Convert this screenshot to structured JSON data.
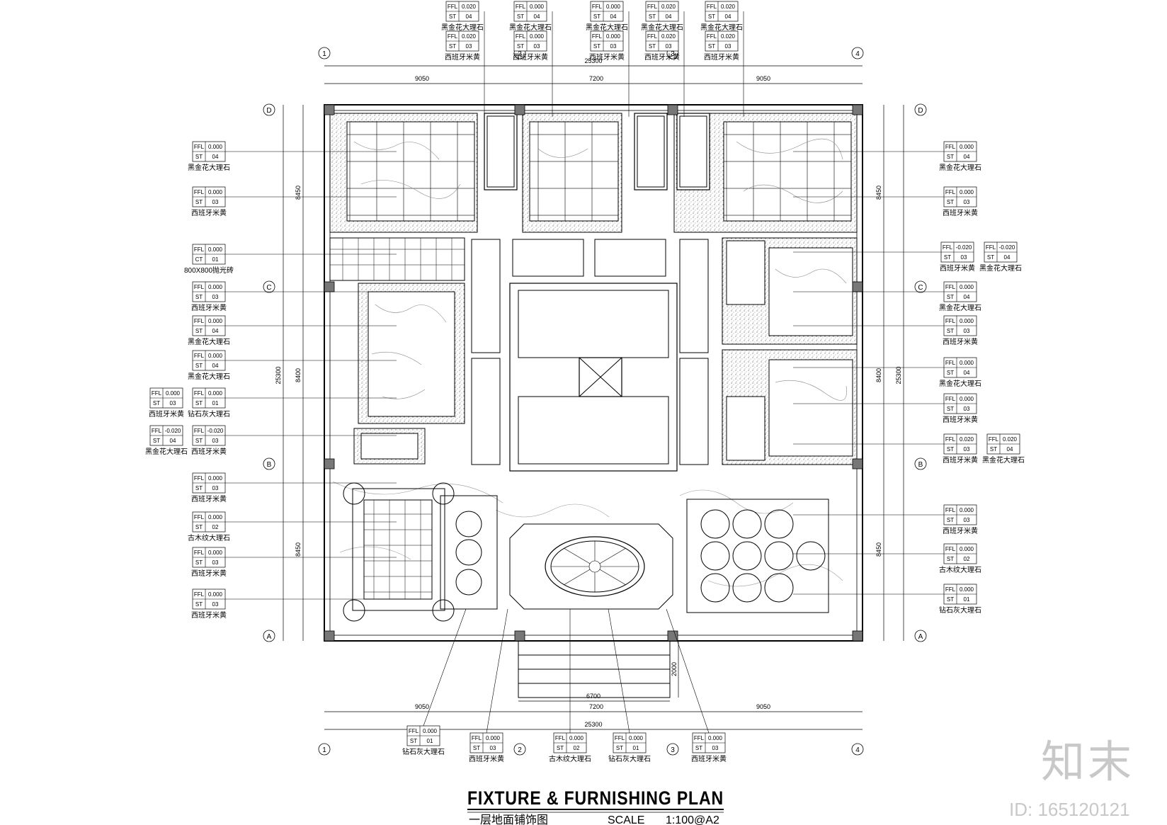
{
  "title": {
    "main": "FIXTURE & FURNISHING PLAN",
    "sub": "一层地面铺饰图",
    "scale_label": "SCALE",
    "scale_value": "1:100@A2"
  },
  "watermark": {
    "logo": "知末",
    "id": "ID: 165120121"
  },
  "grid": {
    "columns": [
      "1",
      "2",
      "3",
      "4"
    ],
    "rows": [
      "A",
      "B",
      "C",
      "D"
    ]
  },
  "dimensions": {
    "top_segments": [
      "9050",
      "7200",
      "9050"
    ],
    "top_total": "25300",
    "bottom_segments": [
      "9050",
      "7200",
      "9050"
    ],
    "bottom_total": "25300",
    "left_segments": [
      "8450",
      "8400",
      "8450"
    ],
    "left_total": "25300",
    "right_segments": [
      "8450",
      "8400",
      "8450"
    ],
    "right_total": "25300",
    "entrance_width": "6700",
    "entrance_depth": "2000"
  },
  "tags": {
    "top": [
      {
        "ffl": "0.020",
        "code": "ST",
        "num": "04",
        "label": "黑金花大理石"
      },
      {
        "ffl": "0.020",
        "code": "ST",
        "num": "03",
        "label": "西班牙米黄"
      },
      {
        "ffl": "0.000",
        "code": "ST",
        "num": "04",
        "label": "黑金花大理石"
      },
      {
        "ffl": "0.000",
        "code": "ST",
        "num": "03",
        "label": "西班牙米黄"
      },
      {
        "ffl": "0.000",
        "code": "ST",
        "num": "04",
        "label": "黑金花大理石"
      },
      {
        "ffl": "0.000",
        "code": "ST",
        "num": "03",
        "label": "西班牙米黄"
      },
      {
        "ffl": "0.020",
        "code": "ST",
        "num": "04",
        "label": "黑金花大理石"
      },
      {
        "ffl": "0.020",
        "code": "ST",
        "num": "03",
        "label": "西班牙米黄"
      },
      {
        "ffl": "0.020",
        "code": "ST",
        "num": "04",
        "label": "黑金花大理石"
      },
      {
        "ffl": "0.020",
        "code": "ST",
        "num": "03",
        "label": "西班牙米黄"
      }
    ],
    "left": [
      {
        "ffl": "0.000",
        "code": "ST",
        "num": "04",
        "label": "黑金花大理石"
      },
      {
        "ffl": "0.000",
        "code": "ST",
        "num": "03",
        "label": "西班牙米黄"
      },
      {
        "ffl": "0.000",
        "code": "CT",
        "num": "01",
        "label": "800X800抛光砖"
      },
      {
        "ffl": "0.000",
        "code": "ST",
        "num": "03",
        "label": "西班牙米黄"
      },
      {
        "ffl": "0.000",
        "code": "ST",
        "num": "04",
        "label": "黑金花大理石"
      },
      {
        "ffl": "0.000",
        "code": "ST",
        "num": "04",
        "label": "黑金花大理石"
      },
      {
        "ffl": "0.000",
        "code": "ST",
        "num": "03",
        "label": "西班牙米黄"
      },
      {
        "ffl": "0.000",
        "code": "ST",
        "num": "01",
        "label": "钻石灰大理石"
      },
      {
        "ffl": "-0.020",
        "code": "ST",
        "num": "04",
        "label": "黑金花大理石"
      },
      {
        "ffl": "-0.020",
        "code": "ST",
        "num": "03",
        "label": "西班牙米黄"
      },
      {
        "ffl": "0.000",
        "code": "ST",
        "num": "03",
        "label": "西班牙米黄"
      },
      {
        "ffl": "0.000",
        "code": "ST",
        "num": "02",
        "label": "古木纹大理石"
      },
      {
        "ffl": "0.000",
        "code": "ST",
        "num": "03",
        "label": "西班牙米黄"
      },
      {
        "ffl": "0.000",
        "code": "ST",
        "num": "03",
        "label": "西班牙米黄"
      }
    ],
    "right": [
      {
        "ffl": "0.000",
        "code": "ST",
        "num": "04",
        "label": "黑金花大理石"
      },
      {
        "ffl": "0.000",
        "code": "ST",
        "num": "03",
        "label": "西班牙米黄"
      },
      {
        "ffl": "-0.020",
        "code": "ST",
        "num": "03",
        "label": "西班牙米黄"
      },
      {
        "ffl": "-0.020",
        "code": "ST",
        "num": "04",
        "label": "黑金花大理石"
      },
      {
        "ffl": "0.000",
        "code": "ST",
        "num": "04",
        "label": "黑金花大理石"
      },
      {
        "ffl": "0.000",
        "code": "ST",
        "num": "03",
        "label": "西班牙米黄"
      },
      {
        "ffl": "0.000",
        "code": "ST",
        "num": "04",
        "label": "黑金花大理石"
      },
      {
        "ffl": "0.000",
        "code": "ST",
        "num": "03",
        "label": "西班牙米黄"
      },
      {
        "ffl": "0.020",
        "code": "ST",
        "num": "03",
        "label": "西班牙米黄"
      },
      {
        "ffl": "0.020",
        "code": "ST",
        "num": "04",
        "label": "黑金花大理石"
      },
      {
        "ffl": "0.000",
        "code": "ST",
        "num": "03",
        "label": "西班牙米黄"
      },
      {
        "ffl": "0.000",
        "code": "ST",
        "num": "02",
        "label": "古木纹大理石"
      },
      {
        "ffl": "0.000",
        "code": "ST",
        "num": "01",
        "label": "钻石灰大理石"
      }
    ],
    "bottom": [
      {
        "ffl": "0.000",
        "code": "ST",
        "num": "01",
        "label": "钻石灰大理石"
      },
      {
        "ffl": "0.000",
        "code": "ST",
        "num": "03",
        "label": "西班牙米黄"
      },
      {
        "ffl": "0.000",
        "code": "ST",
        "num": "02",
        "label": "古木纹大理石"
      },
      {
        "ffl": "0.000",
        "code": "ST",
        "num": "01",
        "label": "钻石灰大理石"
      },
      {
        "ffl": "0.000",
        "code": "ST",
        "num": "03",
        "label": "西班牙米黄"
      }
    ]
  },
  "colors": {
    "line": "#000000",
    "granite": "#9a9a9a",
    "watermark": "#c8c8c8"
  }
}
